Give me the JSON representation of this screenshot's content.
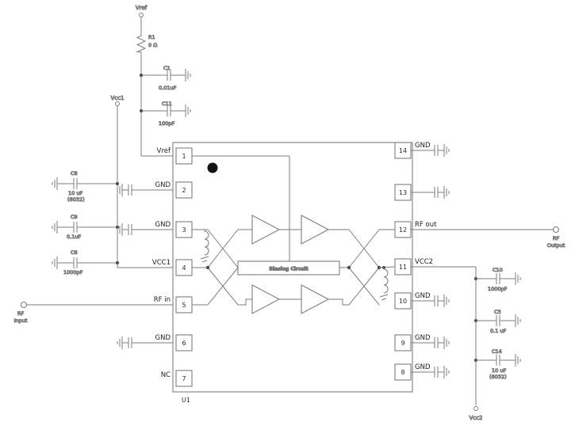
{
  "ic": {
    "refdes": "U1",
    "bias_label": "Biasing Circuit",
    "left_pins": [
      {
        "num": "1",
        "label": "Vref"
      },
      {
        "num": "2",
        "label": "GND"
      },
      {
        "num": "3",
        "label": "GND"
      },
      {
        "num": "4",
        "label": "VCC1"
      },
      {
        "num": "5",
        "label": "RF in"
      },
      {
        "num": "6",
        "label": "GND"
      },
      {
        "num": "7",
        "label": "NC"
      }
    ],
    "right_pins": [
      {
        "num": "14",
        "label": "GND"
      },
      {
        "num": "13",
        "label": ""
      },
      {
        "num": "12",
        "label": "RF out"
      },
      {
        "num": "11",
        "label": "VCC2"
      },
      {
        "num": "10",
        "label": "GND"
      },
      {
        "num": "9",
        "label": "GND"
      },
      {
        "num": "8",
        "label": "GND"
      }
    ]
  },
  "supplies": {
    "vref": "Vref",
    "vcc1": "Vcc1",
    "vcc2": "Vcc2"
  },
  "ports": {
    "input": {
      "line1": "RF",
      "line2": "Input"
    },
    "output": {
      "line1": "RF",
      "line2": "Output"
    }
  },
  "components": {
    "R1": {
      "ref": "R1",
      "value": "0 Ω"
    },
    "C1": {
      "ref": "C1",
      "value": "0.01uF"
    },
    "C11": {
      "ref": "C11",
      "value": "100pF"
    },
    "C8": {
      "ref": "C8",
      "value": "10 uF",
      "pkg": "(6032)"
    },
    "C9": {
      "ref": "C9",
      "value": "0.1uF"
    },
    "C6": {
      "ref": "C6",
      "value": "1000pF"
    },
    "C10": {
      "ref": "C10",
      "value": "1000pF"
    },
    "C3": {
      "ref": "C3",
      "value": "0.1 uF"
    },
    "C14": {
      "ref": "C14",
      "value": "10 uF",
      "pkg": "(6032)"
    }
  }
}
